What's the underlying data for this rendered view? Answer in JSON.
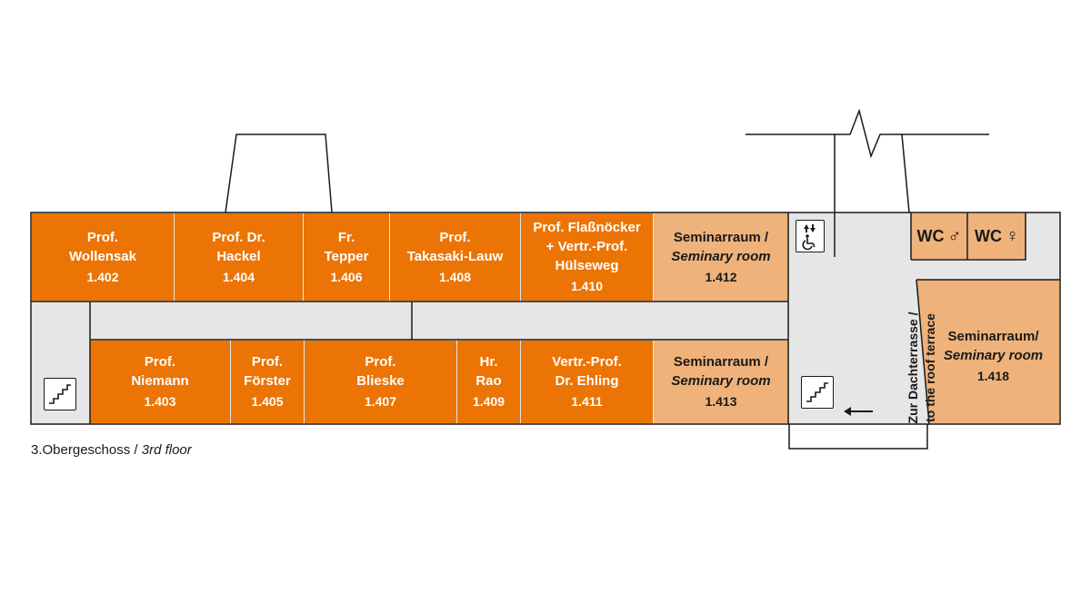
{
  "floor": {
    "de": "3.Obergeschoss / ",
    "en": "3rd floor"
  },
  "colors": {
    "office": "#ec7404",
    "seminar": "#efb27b",
    "corridor": "#e6e6e6",
    "walls": "#1a1a1a"
  },
  "rooms_top": [
    {
      "line1": "Prof.",
      "line2": "Wollensak",
      "line3": "",
      "number": "1.402"
    },
    {
      "line1": "Prof. Dr.",
      "line2": "Hackel",
      "line3": "",
      "number": "1.404"
    },
    {
      "line1": "Fr.",
      "line2": "Tepper",
      "line3": "",
      "number": "1.406"
    },
    {
      "line1": "Prof.",
      "line2": "Takasaki-Lauw",
      "line3": "",
      "number": "1.408"
    },
    {
      "line1": "Prof. Flaßnöcker",
      "line2": "+ Vertr.-Prof.",
      "line3": "Hülseweg",
      "number": "1.410"
    }
  ],
  "rooms_bottom": [
    {
      "line1": "Prof.",
      "line2": "Niemann",
      "number": "1.403"
    },
    {
      "line1": "Prof.",
      "line2": "Förster",
      "number": "1.405"
    },
    {
      "line1": "Prof.",
      "line2": "Blieske",
      "number": "1.407"
    },
    {
      "line1": "Hr.",
      "line2": "Rao",
      "number": "1.409"
    },
    {
      "line1": "Vertr.-Prof.",
      "line2": "Dr. Ehling",
      "number": "1.411"
    }
  ],
  "seminar_rooms": [
    {
      "de": "Seminarraum /",
      "en": "Seminary room",
      "number": "1.412"
    },
    {
      "de": "Seminarraum /",
      "en": "Seminary room",
      "number": "1.413"
    },
    {
      "de": "Seminarraum/",
      "en": "Seminary room",
      "number": "1.418"
    }
  ],
  "wc": {
    "men": "WC",
    "women": "WC",
    "men_symbol": "♂",
    "women_symbol": "♀"
  },
  "terrace": {
    "de": "Zur Dachterrasse /",
    "en": "to the roof terrace",
    "arrow": "←"
  },
  "icons": {
    "elevator": "elevator-accessible-icon",
    "stairs": "stairs-icon"
  }
}
